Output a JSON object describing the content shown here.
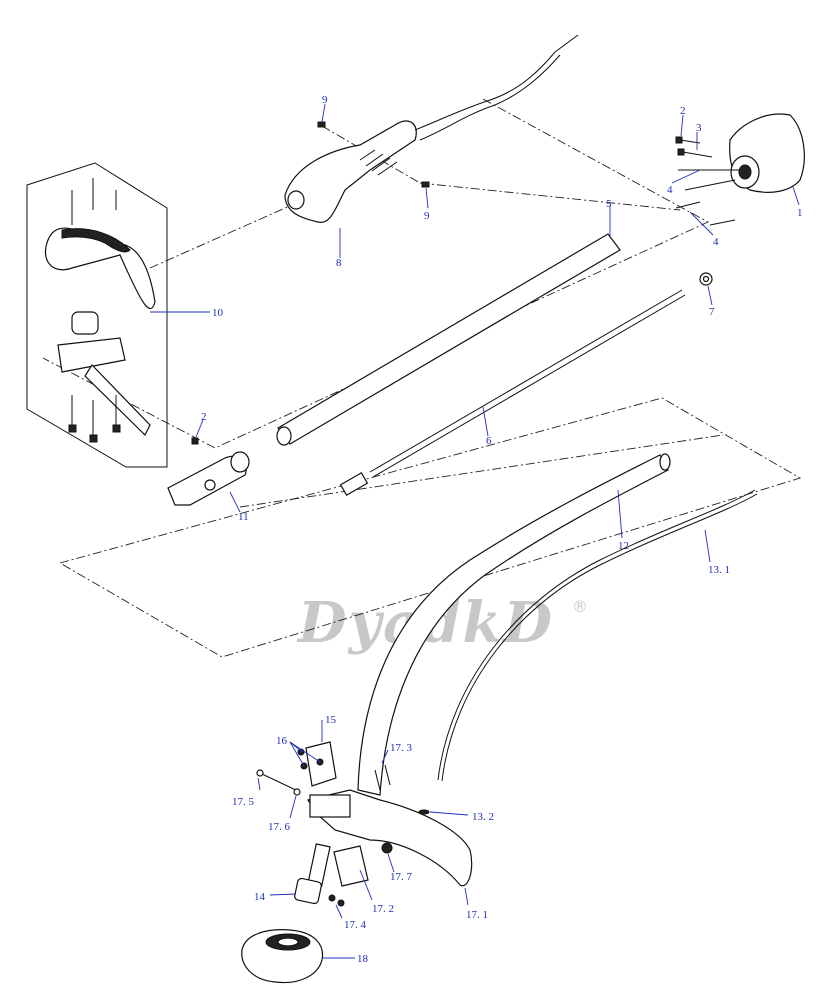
{
  "watermark": {
    "text": "DyadkD",
    "mark": "®"
  },
  "callouts": {
    "p1": "1",
    "p2a": "2",
    "p2b": "2",
    "p3": "3",
    "p4a": "4",
    "p4b": "4",
    "p5": "5",
    "p6": "6",
    "p7": "7",
    "p8": "8",
    "p9a": "9",
    "p9b": "9",
    "p10": "10",
    "p11": "11",
    "p12": "12",
    "p13_1": "13. 1",
    "p13_2": "13. 2",
    "p14": "14",
    "p15": "15",
    "p16": "16",
    "p17_1": "17. 1",
    "p17_2": "17. 2",
    "p17_3": "17. 3",
    "p17_4": "17. 4",
    "p17_5": "17. 5",
    "p17_6": "17. 6",
    "p17_7": "17. 7",
    "p18": "18"
  }
}
